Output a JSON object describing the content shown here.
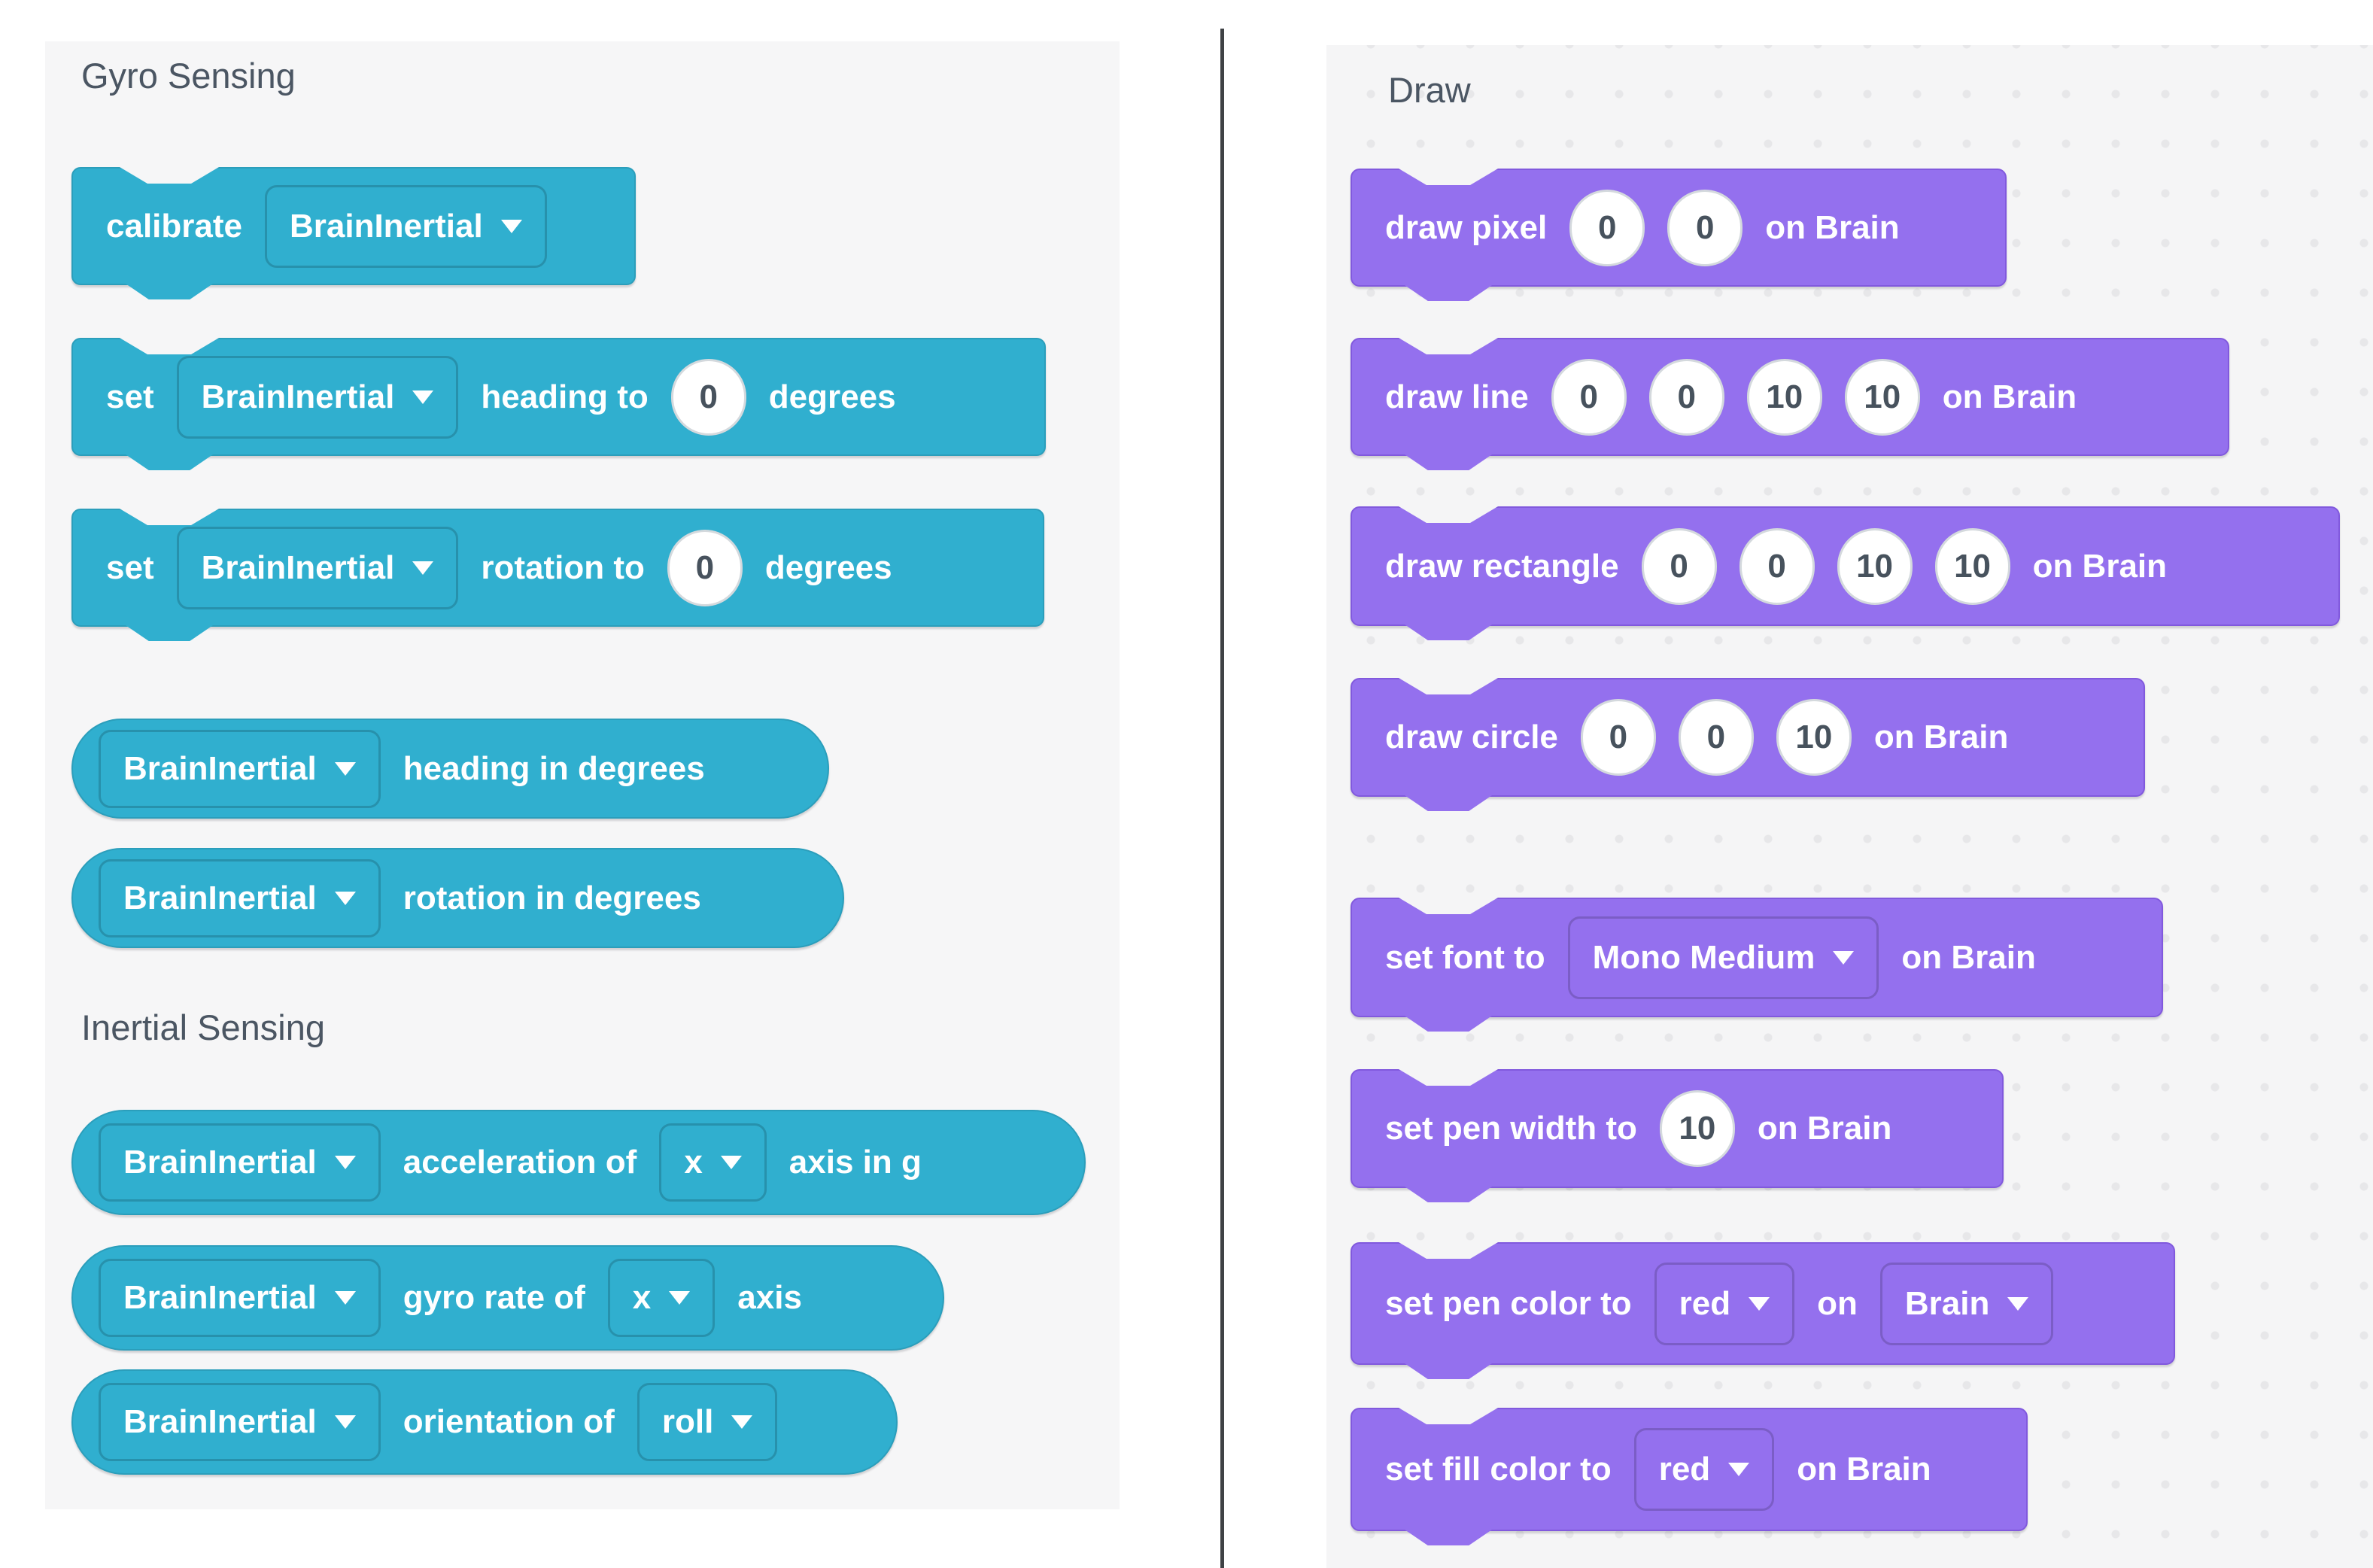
{
  "left_panel": {
    "gyro_title": "Gyro Sensing",
    "inertial_title": "Inertial Sensing",
    "blocks": {
      "calibrate": {
        "label": "calibrate",
        "device": "BrainInertial"
      },
      "set_heading": {
        "verb": "set",
        "device": "BrainInertial",
        "prop": "heading to",
        "value": "0",
        "unit": "degrees"
      },
      "set_rotation": {
        "verb": "set",
        "device": "BrainInertial",
        "prop": "rotation to",
        "value": "0",
        "unit": "degrees"
      },
      "heading_reporter": {
        "device": "BrainInertial",
        "label": "heading in degrees"
      },
      "rotation_reporter": {
        "device": "BrainInertial",
        "label": "rotation in degrees"
      },
      "acceleration": {
        "device": "BrainInertial",
        "label": "acceleration of",
        "axis": "x",
        "unit": "axis in g"
      },
      "gyro_rate": {
        "device": "BrainInertial",
        "label": "gyro rate of",
        "axis": "x",
        "unit": "axis"
      },
      "orientation": {
        "device": "BrainInertial",
        "label": "orientation of",
        "axis": "roll"
      }
    }
  },
  "right_panel": {
    "title": "Draw",
    "blocks": {
      "draw_pixel": {
        "label": "draw pixel",
        "args": [
          "0",
          "0"
        ],
        "suffix": "on Brain"
      },
      "draw_line": {
        "label": "draw line",
        "args": [
          "0",
          "0",
          "10",
          "10"
        ],
        "suffix": "on Brain"
      },
      "draw_rectangle": {
        "label": "draw rectangle",
        "args": [
          "0",
          "0",
          "10",
          "10"
        ],
        "suffix": "on Brain"
      },
      "draw_circle": {
        "label": "draw circle",
        "args": [
          "0",
          "0",
          "10"
        ],
        "suffix": "on Brain"
      },
      "set_font": {
        "label": "set font to",
        "font": "Mono Medium",
        "suffix": "on Brain"
      },
      "set_pen_width": {
        "label": "set pen width to",
        "value": "10",
        "suffix": "on Brain"
      },
      "set_pen_color": {
        "label": "set pen color to",
        "color": "red",
        "mid": "on",
        "device": "Brain"
      },
      "set_fill_color": {
        "label": "set fill color to",
        "color": "red",
        "suffix": "on Brain"
      }
    }
  },
  "colors": {
    "teal_block": "#30afcf",
    "teal_border": "#2b9ebb",
    "purple_block": "#9470ee",
    "purple_border": "#8159dd",
    "panel_background": "#f6f6f7",
    "title_text": "#4b5663",
    "value_text": "#47525d",
    "divider": "#3f4245"
  }
}
